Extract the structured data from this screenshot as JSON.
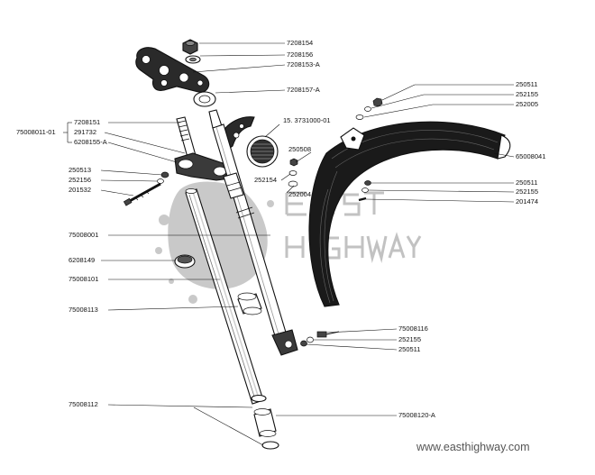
{
  "colors": {
    "ink": "#111111",
    "paper": "#ffffff",
    "watermark": "#9a9a9a",
    "watermark_text": "#555555",
    "fender": "#1a1a1a"
  },
  "labels": {
    "p7208154": "7208154",
    "p7208156": "7208156",
    "p7208153a": "7208153-A",
    "p7208157a": "7208157-A",
    "p7208151": "7208151",
    "p291732": "291732",
    "p6208155a": "6208155-A",
    "p75008011_01": "75008011-01",
    "p15_3731000_01": "15. 3731000-01",
    "p250508": "250508",
    "p252154": "252154",
    "p252004": "252004",
    "p250513": "250513",
    "p252156": "252156",
    "p201532": "201532",
    "p250511_top": "250511",
    "p252155_top": "252155",
    "p252005": "252005",
    "p65008041": "65008041",
    "p250511_mid": "250511",
    "p252155_mid": "252155",
    "p201474": "201474",
    "p75008001": "75008001",
    "p6208149": "6208149",
    "p75008101": "75008101",
    "p75008113": "75008113",
    "p75008116": "75008116",
    "p252155_bot": "252155",
    "p250511_bot": "250511",
    "p75008112": "75008112",
    "p75008120a": "75008120-A"
  },
  "watermark": {
    "text": "www.easthighway.com"
  }
}
